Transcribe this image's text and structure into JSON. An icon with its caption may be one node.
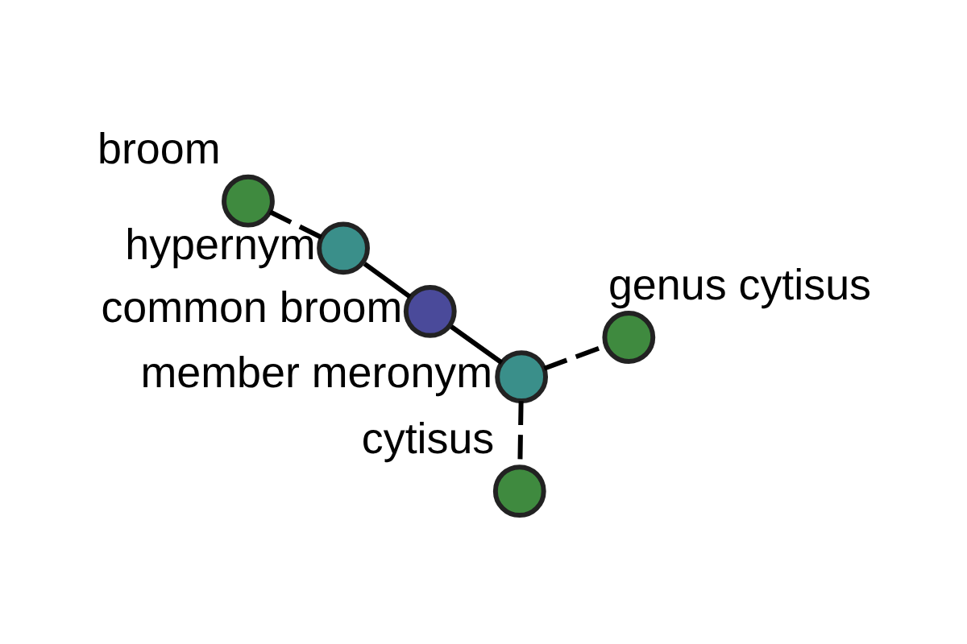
{
  "diagram": {
    "nodes": [
      {
        "text": [],
        "shape": "circle",
        "beside": [
          "cytisus"
        ]
      },
      {
        "text": [],
        "shape": "circle",
        "beside": [
          "member meronym"
        ]
      },
      {
        "text": [],
        "shape": "circle",
        "beside": [
          "common broom"
        ]
      },
      {
        "text": [],
        "shape": "circle",
        "beside": [
          "hypernym"
        ]
      },
      {
        "text": [],
        "shape": "circle",
        "beside": [
          "genus cytisus"
        ]
      },
      {
        "text": [],
        "shape": "circle",
        "beside": [
          "broom"
        ]
      }
    ],
    "edges": [
      {
        "from": 2,
        "to": 1,
        "arrow": "none"
      },
      {
        "from": 2,
        "to": 3,
        "arrow": "none"
      },
      {
        "from": 1,
        "to": 0,
        "arrow": "none",
        "style": "dashed"
      },
      {
        "from": 1,
        "to": 4,
        "arrow": "none",
        "style": "dashed"
      },
      {
        "from": 3,
        "to": 5,
        "arrow": "none",
        "style": "dashed"
      }
    ]
  }
}
